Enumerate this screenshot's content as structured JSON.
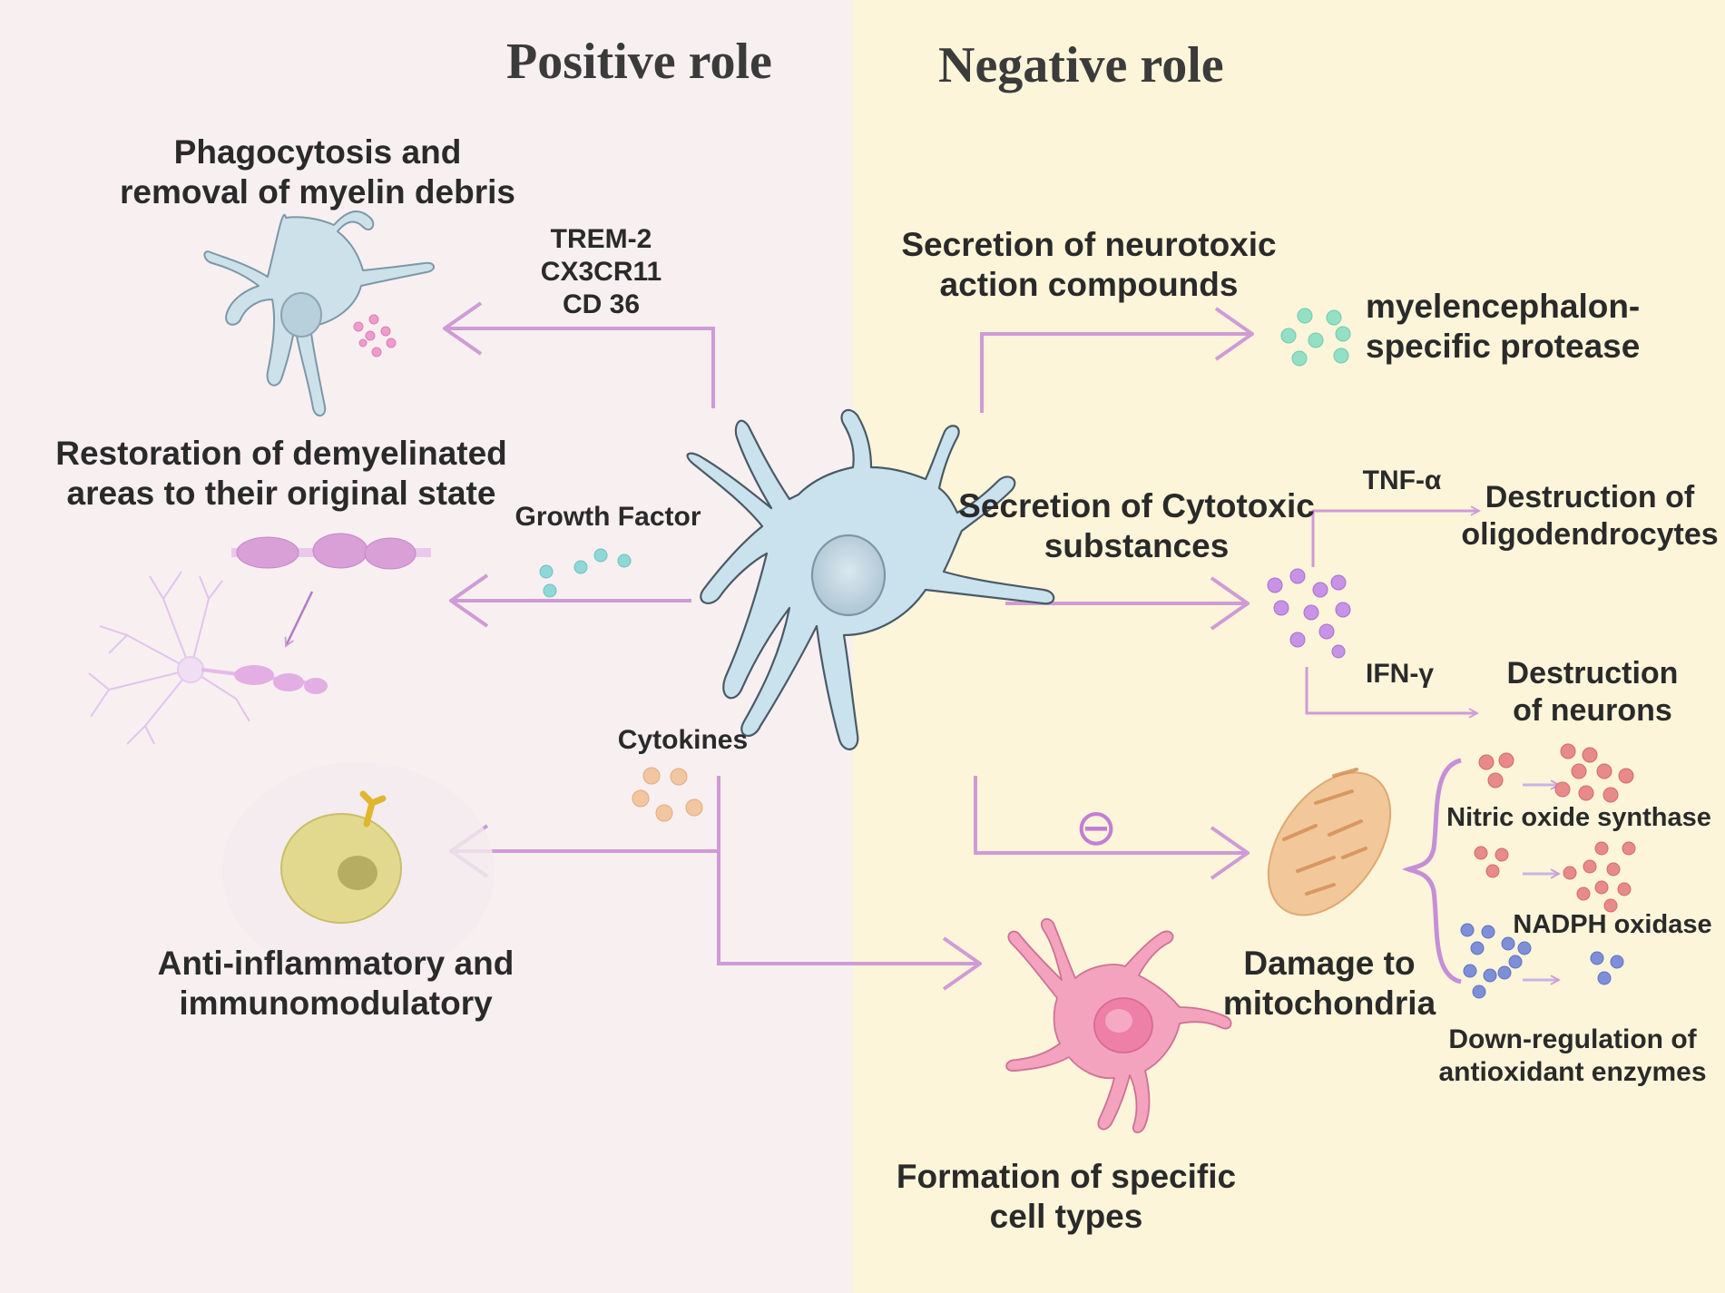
{
  "headings": {
    "positive": "Positive role",
    "negative": "Negative role"
  },
  "colors": {
    "positive_bg": "#f8eff1",
    "negative_bg": "#fdf5da",
    "arrow": "#cf9bd6",
    "microglia": "#c9e2ee",
    "astrocyte": "#f19ab8",
    "mitochondria": "#f2c89a",
    "protease_dots": "#93e0c6",
    "cytotoxic_dots": "#c892e6",
    "growth_factor_dots": "#8fd8d8",
    "cytokine_dots": "#f2c6a0",
    "nos_dots": "#e98a8a",
    "nadph_dots": "#7d8fd8"
  },
  "positive": {
    "phagocytosis": [
      "Phagocytosis and",
      "removal of myelin debris"
    ],
    "receptors": [
      "TREM-2",
      "CX3CR11",
      "CD 36"
    ],
    "restoration": [
      "Restoration of demyelinated",
      "areas to their original state"
    ],
    "growth_factor": "Growth Factor",
    "cytokines": "Cytokines",
    "anti_inflammatory": [
      "Anti-inflammatory and",
      "immunomodulatory"
    ]
  },
  "negative": {
    "neurotoxic": [
      "Secretion of neurotoxic",
      "action compounds"
    ],
    "protease": [
      "myelencephalon-",
      "specific protease"
    ],
    "cytotoxic": [
      "Secretion of Cytotoxic",
      "substances"
    ],
    "tnf": "TNF-α",
    "ifn": "IFN-γ",
    "oligodendrocytes": [
      "Destruction of",
      "oligodendrocytes"
    ],
    "neurons": [
      "Destruction",
      "of neurons"
    ],
    "inhibit_symbol": "⊖",
    "nos": "Nitric oxide synthase",
    "nadph": "NADPH oxidase",
    "antioxidant": [
      "Down-regulation of",
      "antioxidant enzymes"
    ],
    "mitochondria": [
      "Damage to",
      "mitochondria"
    ],
    "formation": [
      "Formation of specific",
      "cell types"
    ]
  }
}
